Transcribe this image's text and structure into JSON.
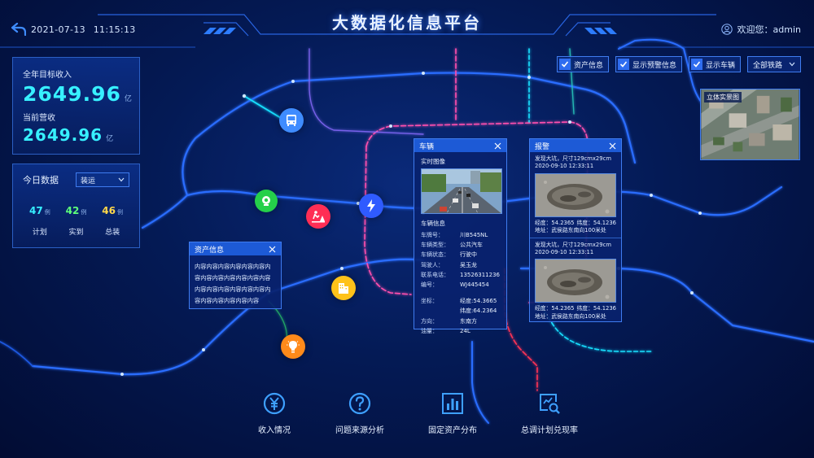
{
  "header": {
    "title": "大数据化信息平台",
    "date": "2021-07-13",
    "time": "11:15:13",
    "user_greeting": "欢迎您：admin"
  },
  "revenue": {
    "target_label": "全年目标收入",
    "target_value": "2649.96",
    "target_unit": "亿",
    "current_label": "当前营收",
    "current_value": "2649.96",
    "current_unit": "亿"
  },
  "today": {
    "title": "今日数据",
    "select_value": "装运",
    "stats": [
      {
        "value": "47",
        "unit": "例",
        "label": "计划",
        "color": "#37f0ff"
      },
      {
        "value": "42",
        "unit": "例",
        "label": "实到",
        "color": "#5dff7a"
      },
      {
        "value": "46",
        "unit": "例",
        "label": "总装",
        "color": "#ffd84a"
      }
    ]
  },
  "toolbar": {
    "checks": [
      {
        "label": "资产信息",
        "checked": true
      },
      {
        "label": "显示预警信息",
        "checked": true
      },
      {
        "label": "显示车辆",
        "checked": true
      }
    ],
    "rail_select": "全部铁路"
  },
  "realview": {
    "label": "立体实景图"
  },
  "asset_popup": {
    "title": "资产信息",
    "content": "内容内容内容内容内容内容内容内容内容内容内容内容内容内容内容内容内容内容内容内容内容内容内容内容内容"
  },
  "vehicle_popup": {
    "title": "车辆",
    "image_label": "实时图像",
    "info_label": "车辆信息",
    "rows_a": [
      {
        "key": "车牌号：",
        "value": "川B545NL"
      },
      {
        "key": "车辆类型：",
        "value": "公共汽车"
      },
      {
        "key": "车辆状态：",
        "value": "行驶中"
      },
      {
        "key": "驾驶人：",
        "value": "吴玉龙"
      },
      {
        "key": "联系电话：",
        "value": "13526311236"
      },
      {
        "key": "编号：",
        "value": "WJ445454"
      }
    ],
    "rows_b": [
      {
        "key": "坐标：",
        "value": "经度:54.3665"
      },
      {
        "key": "",
        "value": "纬度:64.2364"
      },
      {
        "key": "方向：",
        "value": "东南方"
      },
      {
        "key": "油量：",
        "value": "24L"
      }
    ]
  },
  "alarm_popup": {
    "title": "报警",
    "items": [
      {
        "desc": "发现大坑，尺寸129cmx29cm",
        "datetime": "2020-09-10  12:33:11",
        "lng": "经度：54.2365",
        "lat": "纬度：54.1236",
        "address": "地址：武侯路东南向100米处"
      },
      {
        "desc": "发现大坑，尺寸129cmx29cm",
        "datetime": "2020-09-10  12:33:11",
        "lng": "经度：54.2365",
        "lat": "纬度：54.1236",
        "address": "地址：武侯路东南向100米处"
      }
    ]
  },
  "bottom_nav": [
    {
      "label": "收入情况",
      "icon": "yen-coin-icon"
    },
    {
      "label": "问题来源分析",
      "icon": "question-circle-icon"
    },
    {
      "label": "固定资产分布",
      "icon": "bar-chart-icon"
    },
    {
      "label": "总调计划兑现率",
      "icon": "monitor-search-icon"
    }
  ],
  "colors": {
    "accent": "#37f0ff",
    "panel_border": "#2b5fc4",
    "marker_bus": "#3f8cff",
    "marker_camera": "#25d04a",
    "marker_roadwork": "#ff2e55",
    "marker_power": "#2f5bff",
    "marker_building": "#ffc21a",
    "marker_light": "#ff8a1a"
  }
}
